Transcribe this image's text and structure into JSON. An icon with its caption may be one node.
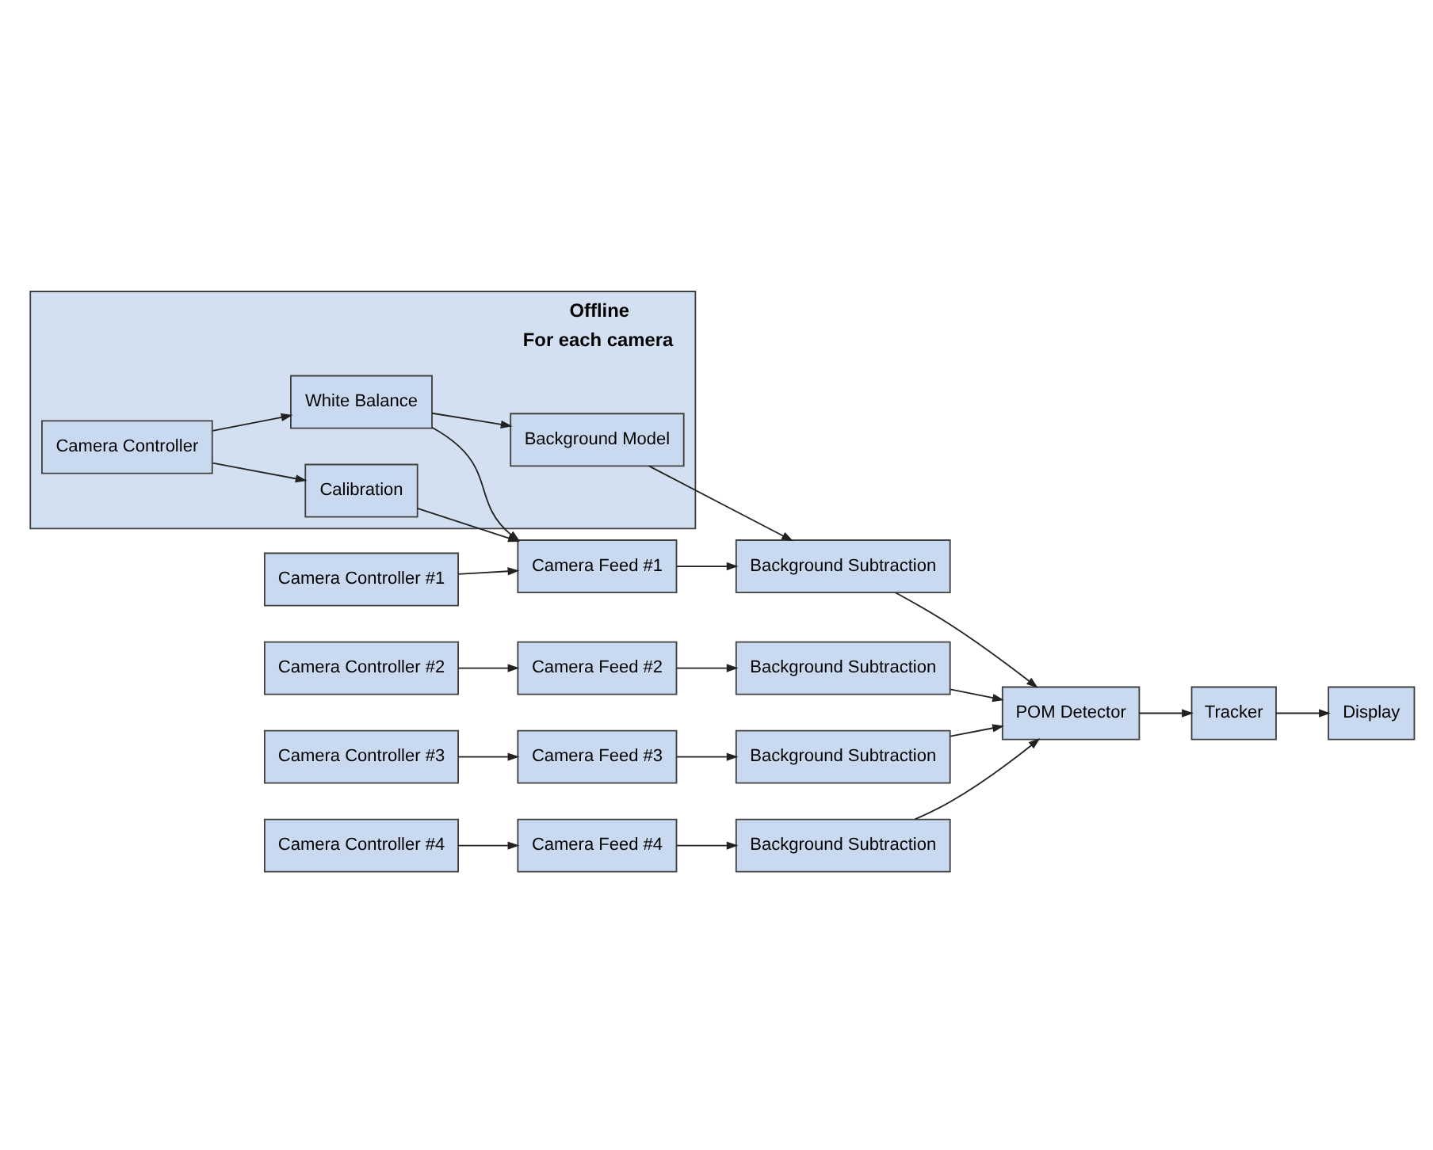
{
  "diagram": {
    "nodes": [
      {
        "text": [
          "Offline",
          "For each camera"
        ]
      },
      {
        "text": [
          "Camera Controller"
        ],
        "in": 0
      },
      {
        "text": [
          "Calibration"
        ],
        "in": 0
      },
      {
        "text": [
          "White Balance"
        ],
        "in": 0
      },
      {
        "text": [
          "Background Model"
        ],
        "in": 0
      },
      {
        "text": [
          "Camera Controller #1"
        ]
      },
      {
        "text": [
          "Camera Feed #1"
        ]
      },
      {
        "text": [
          "Background Subtraction"
        ]
      },
      {
        "text": [
          "Camera Controller #2"
        ]
      },
      {
        "text": [
          "Camera Feed #2"
        ]
      },
      {
        "text": [
          "Background Subtraction"
        ]
      },
      {
        "text": [
          "Camera Controller #3"
        ]
      },
      {
        "text": [
          "Camera Feed #3"
        ]
      },
      {
        "text": [
          "Background Subtraction"
        ]
      },
      {
        "text": [
          "Camera Controller #4"
        ]
      },
      {
        "text": [
          "Camera Feed #4"
        ]
      },
      {
        "text": [
          "Background Subtraction"
        ]
      },
      {
        "text": [
          "POM Detector"
        ]
      },
      {
        "text": [
          "Tracker"
        ]
      },
      {
        "text": [
          "Display"
        ]
      }
    ],
    "edges": [
      {
        "from": 1,
        "to": 2,
        "arrow": "to"
      },
      {
        "from": 1,
        "to": 3,
        "arrow": "to"
      },
      {
        "from": 3,
        "to": 4,
        "arrow": "to"
      },
      {
        "from": 2,
        "to": 6,
        "arrow": "to"
      },
      {
        "from": 3,
        "to": 6,
        "arrow": "to"
      },
      {
        "from": 4,
        "to": 7,
        "arrow": "to"
      },
      {
        "from": 5,
        "to": 6,
        "arrow": "to"
      },
      {
        "from": 6,
        "to": 7,
        "arrow": "to"
      },
      {
        "from": 8,
        "to": 9,
        "arrow": "to"
      },
      {
        "from": 9,
        "to": 10,
        "arrow": "to"
      },
      {
        "from": 11,
        "to": 12,
        "arrow": "to"
      },
      {
        "from": 12,
        "to": 13,
        "arrow": "to"
      },
      {
        "from": 14,
        "to": 15,
        "arrow": "to"
      },
      {
        "from": 15,
        "to": 16,
        "arrow": "to"
      },
      {
        "from": 7,
        "to": 17,
        "arrow": "to"
      },
      {
        "from": 10,
        "to": 17,
        "arrow": "to"
      },
      {
        "from": 13,
        "to": 17,
        "arrow": "to"
      },
      {
        "from": 16,
        "to": 17,
        "arrow": "to"
      },
      {
        "from": 17,
        "to": 18,
        "arrow": "to"
      },
      {
        "from": 18,
        "to": 19,
        "arrow": "to"
      }
    ]
  }
}
